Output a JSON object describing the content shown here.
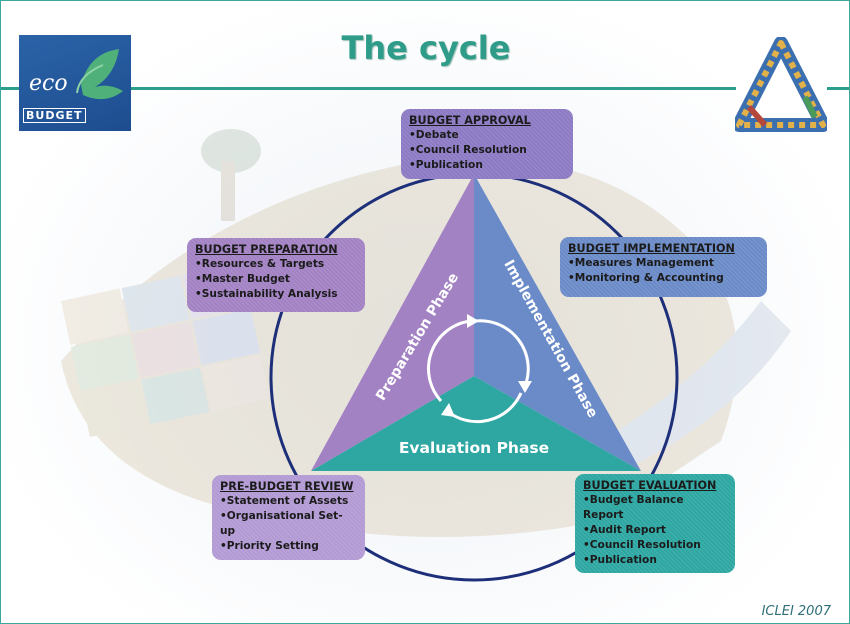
{
  "title": "The cycle",
  "logo": {
    "line1": "eco",
    "line2": "BUDGET"
  },
  "boxes": {
    "approval": {
      "heading": "BUDGET APPROVAL",
      "items": [
        "Debate",
        "Council Resolution",
        "Publication"
      ]
    },
    "preparation": {
      "heading": "BUDGET PREPARATION",
      "items": [
        "Resources & Targets",
        "Master Budget",
        "Sustainability Analysis"
      ]
    },
    "implementation": {
      "heading": "BUDGET IMPLEMENTATION",
      "items": [
        "Measures Management",
        "Monitoring & Accounting"
      ]
    },
    "prereview": {
      "heading": "PRE-BUDGET REVIEW",
      "items": [
        "Statement of Assets",
        "Organisational Set-up",
        "Priority Setting"
      ]
    },
    "evaluation": {
      "heading": "BUDGET EVALUATION",
      "items": [
        "Budget Balance Report",
        "Audit Report",
        "Council Resolution",
        "Publication"
      ]
    }
  },
  "phases": {
    "preparation": "Preparation Phase",
    "implementation": "Implementation Phase",
    "evaluation": "Evaluation Phase"
  },
  "credit": "ICLEI 2007",
  "colors": {
    "accent": "#2f9c8a",
    "preparation": "#a382c4",
    "implementation": "#6b8bc8",
    "evaluation": "#2ea7a3",
    "circle": "#1e2f7a"
  }
}
